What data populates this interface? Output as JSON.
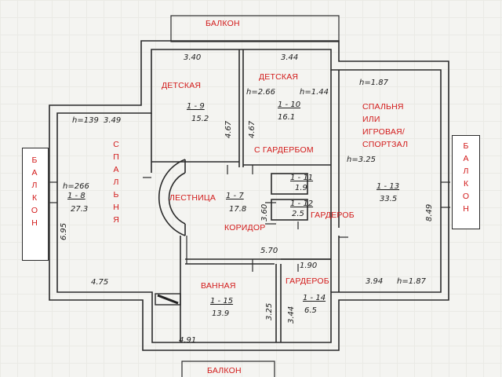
{
  "balcony_top": "БАЛКОН",
  "balcony_bottom": "БАЛКОН",
  "balcony_left": [
    "Б",
    "А",
    "Л",
    "К",
    "О",
    "Н"
  ],
  "balcony_right": [
    "Б",
    "А",
    "Л",
    "К",
    "О",
    "Н"
  ],
  "rooms": {
    "kids1": {
      "name": "ДЕТСКАЯ",
      "number": "1 - 9",
      "area": "15.2",
      "width": "3.40",
      "depth": "4.67"
    },
    "kids2": {
      "name": "ДЕТСКАЯ",
      "sub": "С ГАРДЕРБОМ",
      "number": "1 - 10",
      "area": "16.1",
      "width": "3.44",
      "depth": "4.67",
      "h": "h=2.66",
      "h2": "h=1.44"
    },
    "bedroom_left": {
      "name": [
        "С",
        "П",
        "А",
        "Л",
        "Ь",
        "Н",
        "Я"
      ],
      "number": "1 - 8",
      "area": "27.3",
      "h": "h=139",
      "width": "3.49",
      "h2": "h=266",
      "depth": "6.95",
      "bottom": "4.75"
    },
    "bedroom_right": {
      "name": [
        "СПАЛЬНЯ",
        "ИЛИ",
        "ИГРОВАЯ/",
        "СПОРТЗАЛ"
      ],
      "number": "1 - 13",
      "area": "33.5",
      "h": "h=1.87",
      "h2": "h=3.25",
      "depth": "8.49",
      "bottom": "3.94",
      "bottom_h": "h=1.87"
    },
    "stairs": {
      "name": "ЛЕСТНИЦА",
      "corridor": "КОРИДОР",
      "number": "1 - 7",
      "area": "17.8",
      "side": "3.60",
      "bottom": "5.70"
    },
    "closet1": {
      "number": "1 - 11",
      "area": "1.9"
    },
    "closet2": {
      "number": "1 - 12",
      "area": "2.5",
      "name": "ГАРДЕРОБ"
    },
    "bath": {
      "name": "ВАННАЯ",
      "number": "1 - 15",
      "area": "13.9",
      "depth": "3.25",
      "bottom": "4.91"
    },
    "closet3": {
      "name": "ГАРДЕРОБ",
      "number": "1 - 14",
      "area": "6.5",
      "width": "1.90",
      "depth": "3.44"
    }
  }
}
